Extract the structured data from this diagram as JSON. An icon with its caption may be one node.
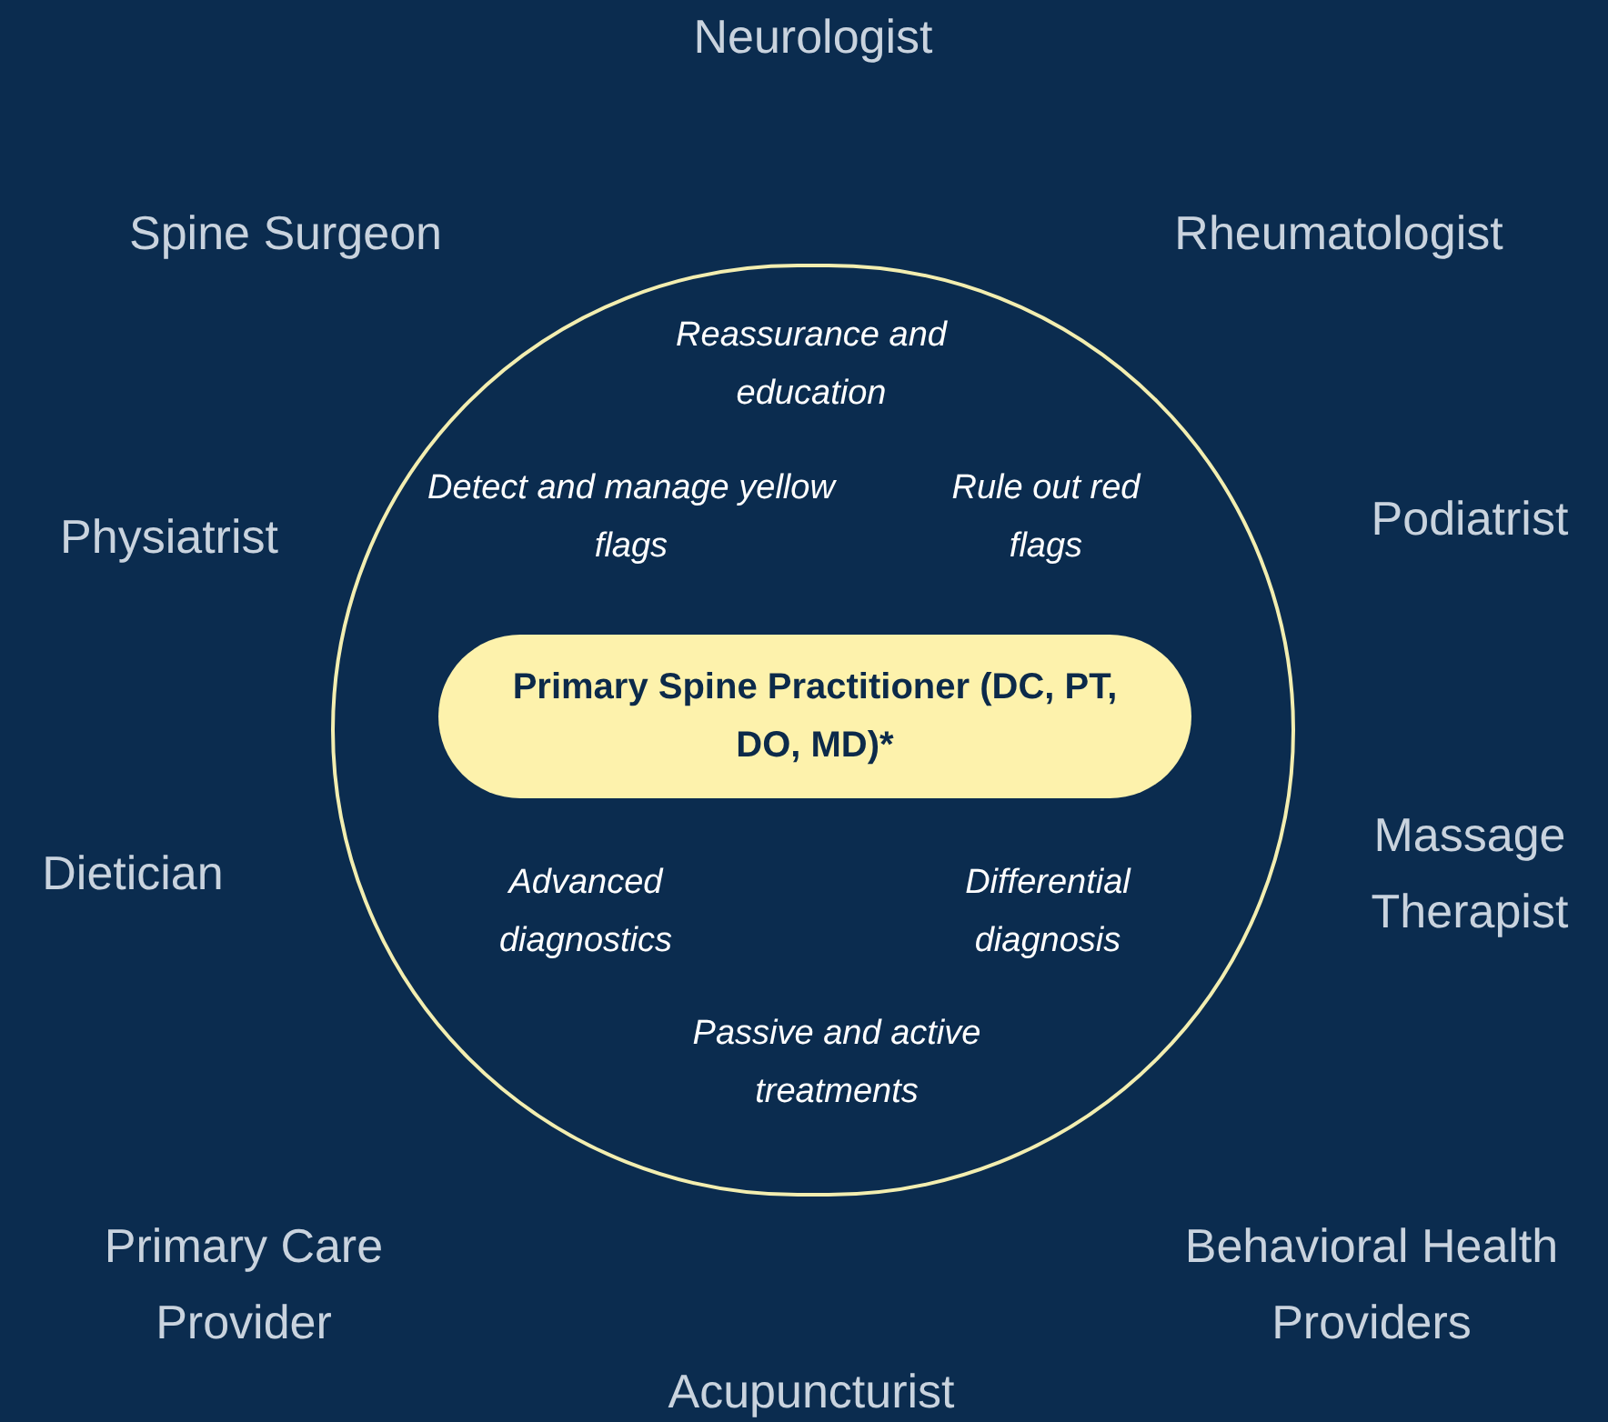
{
  "diagram": {
    "nodes": [
      {
        "text": [],
        "shape": "circle"
      },
      {
        "text": [
          "Primary Spine Practitioner (DC, PT, DO, MD)*"
        ],
        "in": 0
      }
    ],
    "labels": [
      "Neurologist",
      "Spine Surgeon",
      "Rheumatologist",
      "Reassurance and education",
      "Detect and manage yellow flags",
      "Rule out red flags",
      "Podiatrist",
      "Physiatrist",
      "Massage Therapist",
      "Dietician",
      "Advanced diagnostics",
      "Differential diagnosis",
      "Passive and active treatments",
      "Primary Care Provider",
      "Behavioral Health Providers",
      "Acupuncturist"
    ]
  }
}
